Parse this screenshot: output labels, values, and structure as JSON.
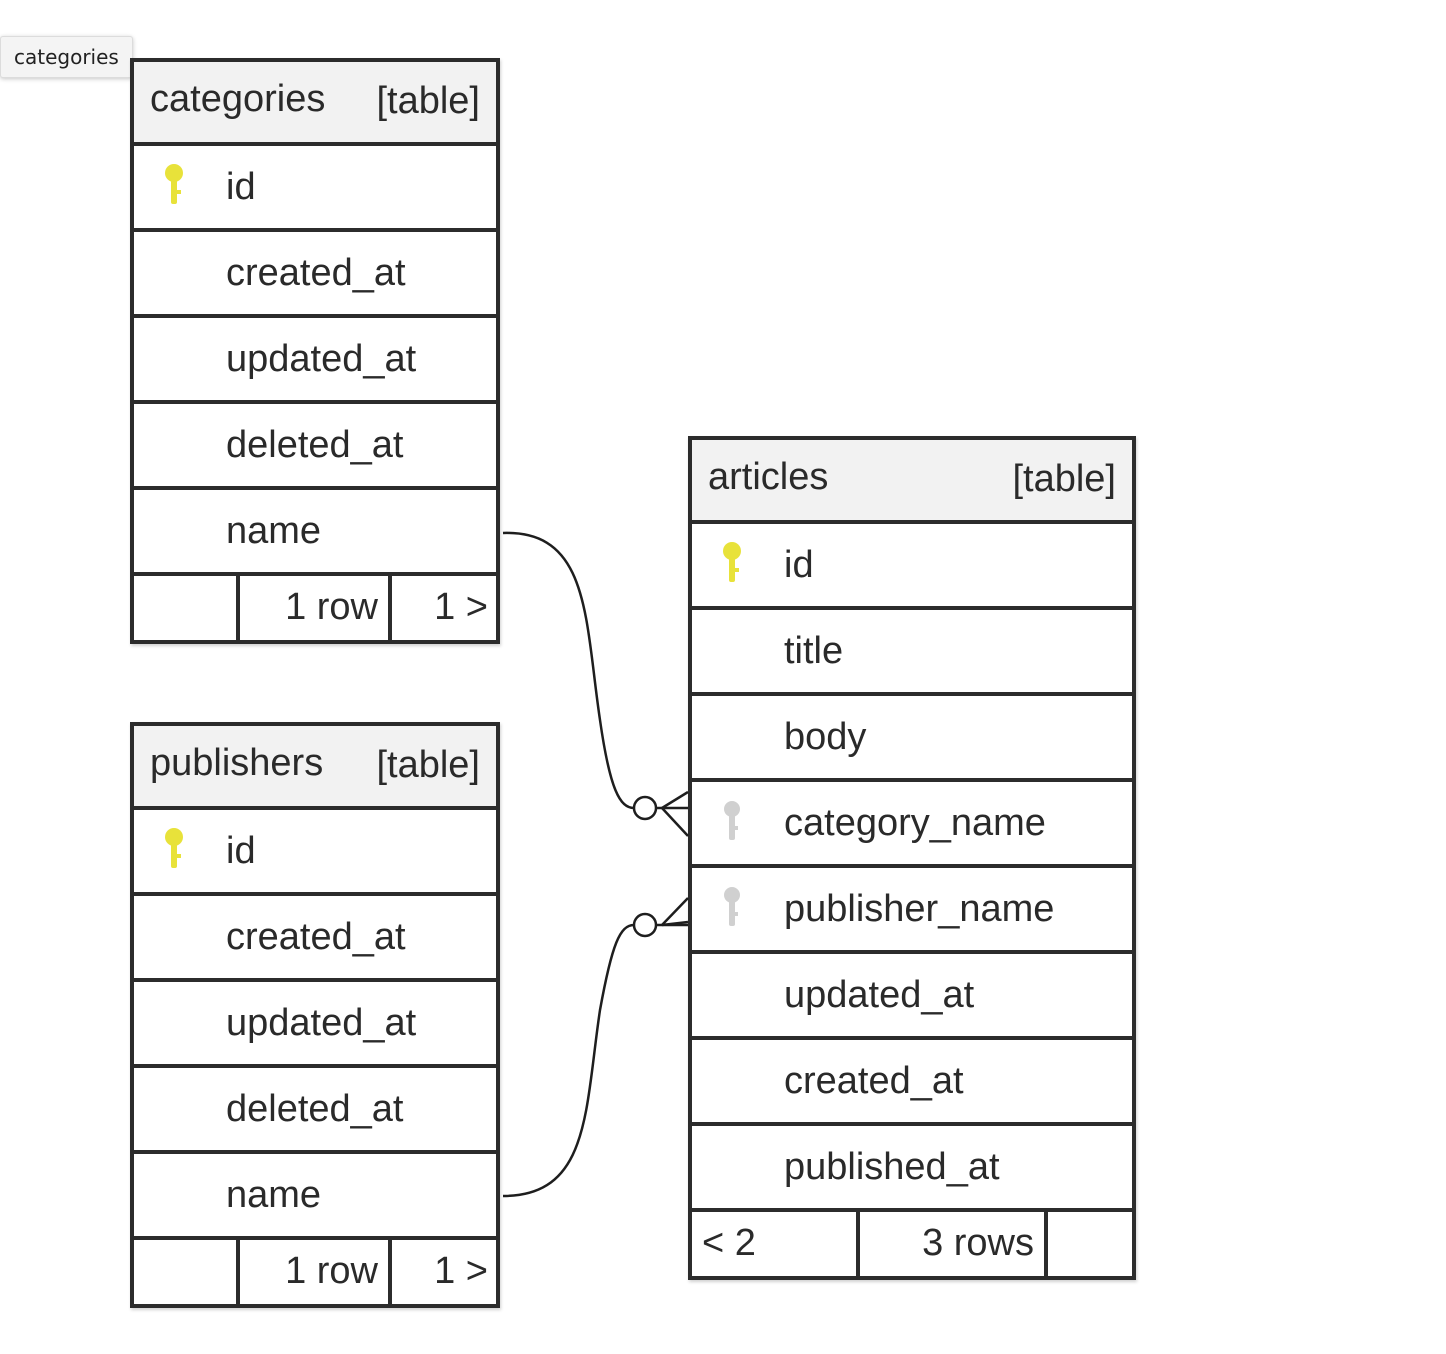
{
  "tooltip": "categories",
  "tables": {
    "categories": {
      "name": "categories",
      "type": "[table]",
      "columns": [
        "id",
        "created_at",
        "updated_at",
        "deleted_at",
        "name"
      ],
      "footer": {
        "prev": "",
        "rows": "1 row",
        "next": "1 >"
      }
    },
    "publishers": {
      "name": "publishers",
      "type": "[table]",
      "columns": [
        "id",
        "created_at",
        "updated_at",
        "deleted_at",
        "name"
      ],
      "footer": {
        "prev": "",
        "rows": "1 row",
        "next": "1 >"
      }
    },
    "articles": {
      "name": "articles",
      "type": "[table]",
      "columns": [
        "id",
        "title",
        "body",
        "category_name",
        "publisher_name",
        "updated_at",
        "created_at",
        "published_at"
      ],
      "footer": {
        "prev": "< 2",
        "rows": "3 rows",
        "next": ""
      }
    }
  },
  "relations": [
    {
      "from": "categories.name",
      "to": "articles.category_name",
      "cardinality": "zero-or-many"
    },
    {
      "from": "publishers.name",
      "to": "articles.publisher_name",
      "cardinality": "zero-or-many"
    }
  ],
  "colors": {
    "primary_key": "#e8e23a",
    "foreign_key": "#d0d0d0",
    "border": "#2c2c2c",
    "header_bg": "#f2f2f2"
  },
  "icons": {
    "primary_key": "key-icon",
    "foreign_key": "foreign-key-icon"
  }
}
